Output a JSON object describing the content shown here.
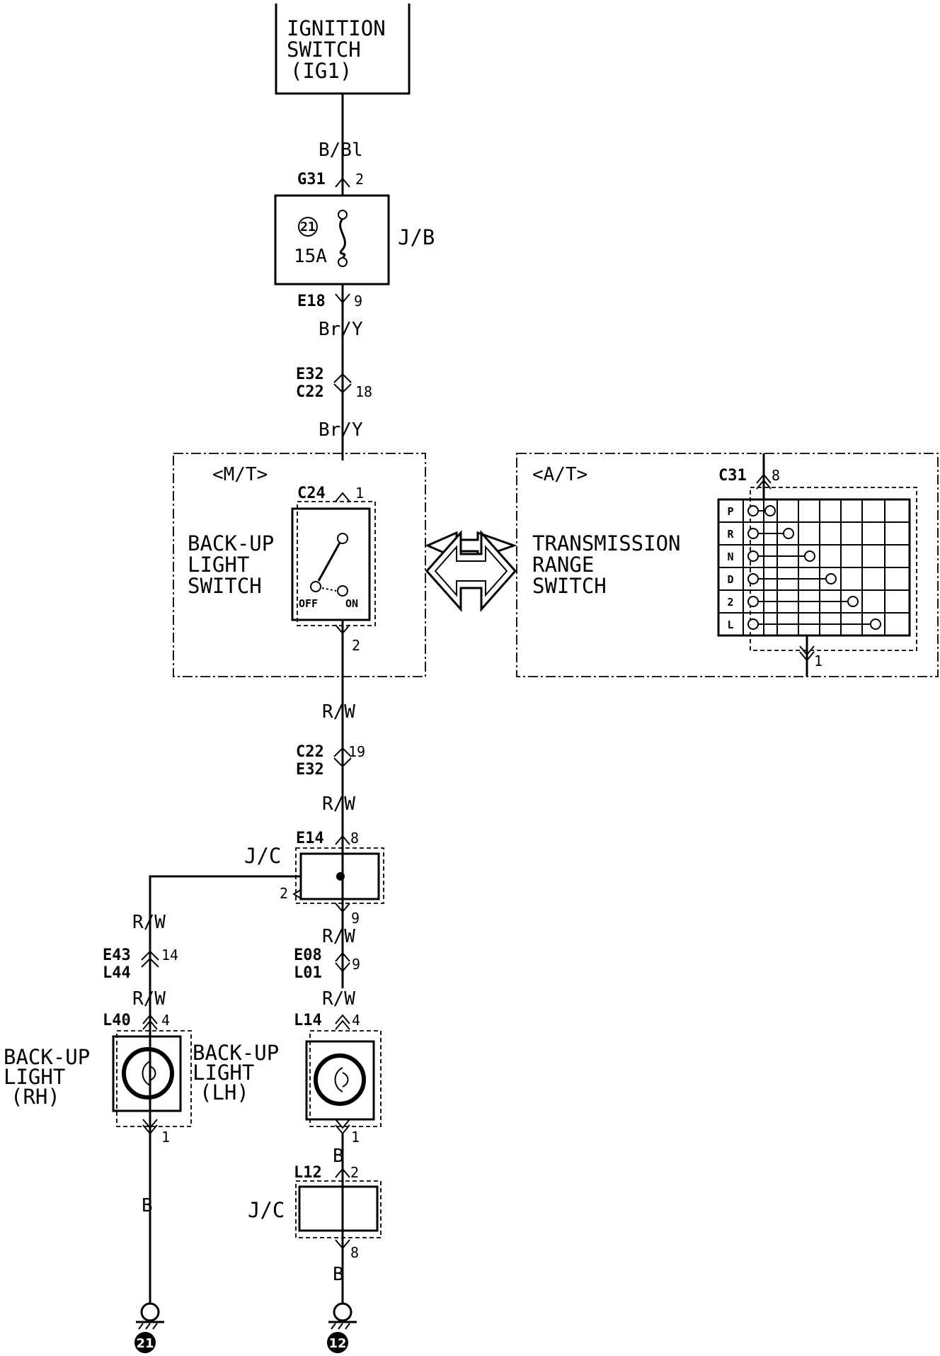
{
  "ignition_switch": {
    "line1": "IGNITION",
    "line2": "SWITCH",
    "line3": "(IG1)"
  },
  "wire_bbl": "B/Bl",
  "conn_g31": {
    "id": "G31",
    "pin": "2"
  },
  "junction_block": {
    "fuse_no": "21",
    "fuse_rating": "15A",
    "label": "J/B"
  },
  "conn_e18": {
    "id": "E18",
    "pin": "9"
  },
  "wire_bry_1": "Br/Y",
  "conn_e32_c22": {
    "id1": "E32",
    "id2": "C22",
    "pin": "18"
  },
  "wire_bry_2": "Br/Y",
  "mt_group": {
    "label": "<M/T>",
    "conn_id": "C24",
    "pin_top": "1",
    "pin_bottom": "2",
    "name1": "BACK-UP",
    "name2": "LIGHT",
    "name3": "SWITCH",
    "off_label": "OFF",
    "on_label": "ON"
  },
  "at_group": {
    "label": "<A/T>",
    "conn_id": "C31",
    "pin_top": "8",
    "pin_bottom": "1",
    "name1": "TRANSMISSION",
    "name2": "RANGE",
    "name3": "SWITCH",
    "positions": [
      "P",
      "R",
      "N",
      "D",
      "2",
      "L"
    ]
  },
  "wire_rw_1": "R/W",
  "conn_c22_e32": {
    "id1": "C22",
    "id2": "E32",
    "pin": "19"
  },
  "wire_rw_2": "R/W",
  "jc_upper": {
    "label": "J/C",
    "conn_id": "E14",
    "pin_top": "8",
    "pin_left": "2",
    "pin_bottom": "9"
  },
  "wire_rw_left_1": "R/W",
  "conn_e43_l44": {
    "id1": "E43",
    "id2": "L44",
    "pin": "14"
  },
  "wire_rw_left_2": "R/W",
  "wire_rw_right_1": "R/W",
  "conn_e08_l01": {
    "id1": "E08",
    "id2": "L01",
    "pin": "9"
  },
  "wire_rw_right_2": "R/W",
  "light_rh": {
    "conn_id": "L40",
    "pin_top": "4",
    "pin_bottom": "1",
    "name1": "BACK-UP",
    "name2": "LIGHT",
    "name3": "(RH)"
  },
  "light_lh": {
    "conn_id": "L14",
    "pin_top": "4",
    "pin_bottom": "1",
    "name1": "BACK-UP",
    "name2": "LIGHT",
    "name3": "(LH)"
  },
  "wire_b_left": "B",
  "wire_b_right_1": "B",
  "jc_lower": {
    "label": "J/C",
    "conn_id": "L12",
    "pin_top": "2",
    "pin_bottom": "8"
  },
  "wire_b_right_2": "B",
  "ground_left": "21",
  "ground_right": "12"
}
